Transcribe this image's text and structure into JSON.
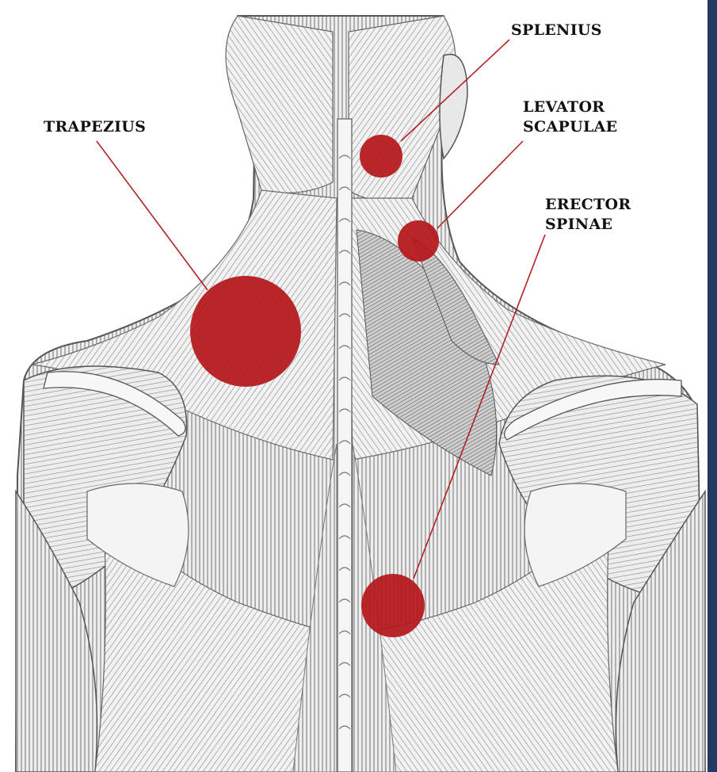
{
  "figure": {
    "illustration": "posterior-back-muscles-engraving",
    "accent_color": "#b5181c",
    "frame_color": "#203a63",
    "muscles": [
      {
        "key": "trapezius",
        "label_lines": [
          "TRAPEZIUS"
        ]
      },
      {
        "key": "splenius",
        "label_lines": [
          "SPLENIUS"
        ]
      },
      {
        "key": "levator",
        "label_lines": [
          "LEVATOR",
          "SCAPULAE"
        ]
      },
      {
        "key": "erector",
        "label_lines": [
          "ERECTOR",
          "SPINAE"
        ]
      }
    ]
  }
}
